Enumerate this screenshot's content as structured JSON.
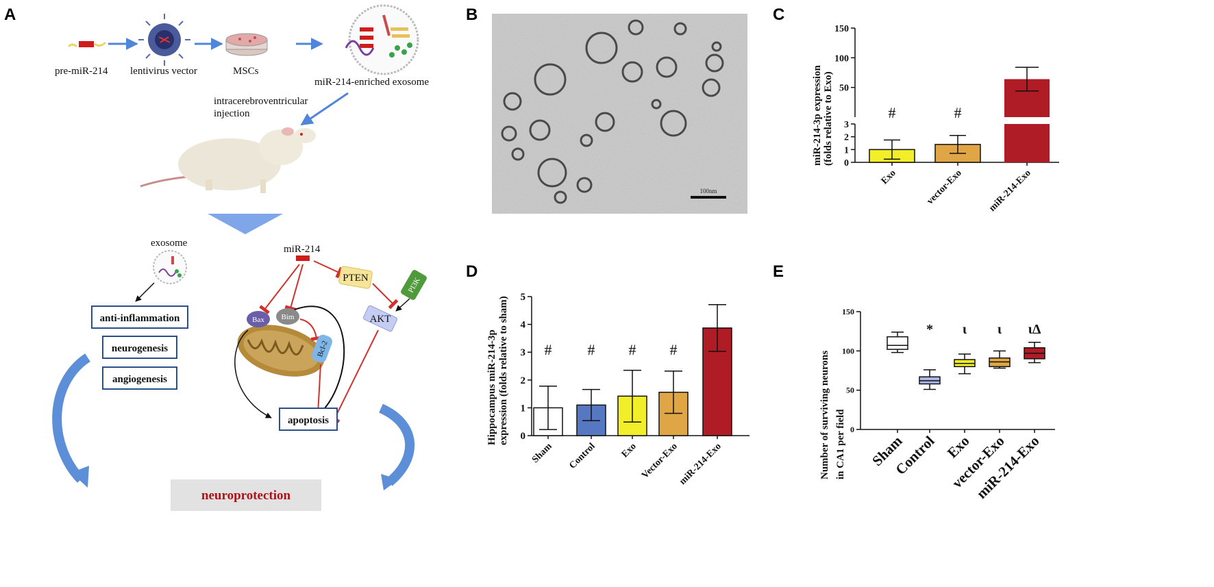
{
  "colors": {
    "yellow": "#f3ee2a",
    "orange": "#e0a545",
    "red": "#b01c26",
    "blue": "#5677c2",
    "white": "#ffffff",
    "lavender": "#aab6e3",
    "arrow_blue": "#4f86d9",
    "inhibit_red": "#d0312d",
    "mito": "#b58a3a"
  },
  "panels": {
    "A": {
      "letter": "A",
      "steps": [
        "pre-miR-214",
        "lentivirus vector",
        "MSCs",
        "miR-214-enriched exosome"
      ],
      "injection_lines": [
        "intracerebroventricular",
        "injection"
      ],
      "exosome_label": "exosome",
      "mir_label": "miR-214",
      "effects": [
        "anti-inflammation",
        "neurogenesis",
        "angiogenesis"
      ],
      "proteins": {
        "pten": "PTEN",
        "pi3k": "PI3K",
        "akt": "AKT",
        "bax": "Bax",
        "bim": "Bim",
        "bcl2": "Bcl-2"
      },
      "apoptosis": "apoptosis",
      "outcome": "neuroprotection",
      "icons": [
        "pre-mirna-icon",
        "lentivirus-icon",
        "petri-dish-icon",
        "exosome-icon",
        "rat-icon",
        "mitochondrion-icon"
      ]
    },
    "B": {
      "letter": "B",
      "scale_bar_label": "100nm"
    },
    "C": {
      "letter": "C",
      "ylabel_lines": [
        "miR-214-3p expression",
        "(folds relative to Exo)"
      ]
    },
    "D": {
      "letter": "D",
      "ylabel_lines": [
        "Hippocampus miR-214-3p",
        "expression (folds relative to sham)"
      ]
    },
    "E": {
      "letter": "E",
      "ylabel_lines": [
        "Number of surviving neurons",
        "in CA1 per field"
      ]
    }
  },
  "chart_data": [
    {
      "panel": "C",
      "type": "bar",
      "categories": [
        "Exo",
        "vector-Exo",
        "miR-214-Exo"
      ],
      "values": [
        1.0,
        1.4,
        64
      ],
      "errors": [
        0.75,
        0.7,
        20
      ],
      "annotations": [
        "#",
        "#",
        ""
      ],
      "bar_colors": [
        "#f3ee2a",
        "#e0a545",
        "#b01c26"
      ],
      "axis_break": true,
      "lower_segment_ylim": [
        0,
        3
      ],
      "lower_yticks": [
        0,
        1,
        2,
        3
      ],
      "upper_segment_ylim": [
        0,
        150
      ],
      "upper_yticks": [
        50,
        100,
        150
      ]
    },
    {
      "panel": "D",
      "type": "bar",
      "categories": [
        "Sham",
        "Control",
        "Exo",
        "Vector-Exo",
        "miR-214-Exo"
      ],
      "values": [
        1.0,
        1.1,
        1.42,
        1.56,
        3.87
      ],
      "errors": [
        0.78,
        0.56,
        0.93,
        0.76,
        0.84
      ],
      "annotations": [
        "#",
        "#",
        "#",
        "#",
        ""
      ],
      "bar_colors": [
        "#ffffff",
        "#5677c2",
        "#f3ee2a",
        "#e0a545",
        "#b01c26"
      ],
      "ylim": [
        0,
        5
      ],
      "yticks": [
        0,
        1,
        2,
        3,
        4,
        5
      ]
    },
    {
      "panel": "E",
      "type": "box",
      "categories": [
        "Sham",
        "Control",
        "Exo",
        "vector-Exo",
        "miR-214-Exo"
      ],
      "boxes": [
        {
          "min": 98,
          "q1": 102,
          "median": 107,
          "q3": 118,
          "max": 124
        },
        {
          "min": 51,
          "q1": 58,
          "median": 62,
          "q3": 67,
          "max": 76
        },
        {
          "min": 71,
          "q1": 80,
          "median": 84,
          "q3": 89,
          "max": 96
        },
        {
          "min": 78,
          "q1": 80,
          "median": 86,
          "q3": 91,
          "max": 100
        },
        {
          "min": 85,
          "q1": 90,
          "median": 97,
          "q3": 104,
          "max": 111
        }
      ],
      "annotations": [
        "",
        "*",
        "ι",
        "ι",
        "ιΔ"
      ],
      "box_colors": [
        "#ffffff",
        "#aab6e3",
        "#f3ee2a",
        "#e0a545",
        "#b01c26"
      ],
      "ylim": [
        0,
        150
      ],
      "yticks": [
        0,
        50,
        100,
        150
      ]
    }
  ]
}
